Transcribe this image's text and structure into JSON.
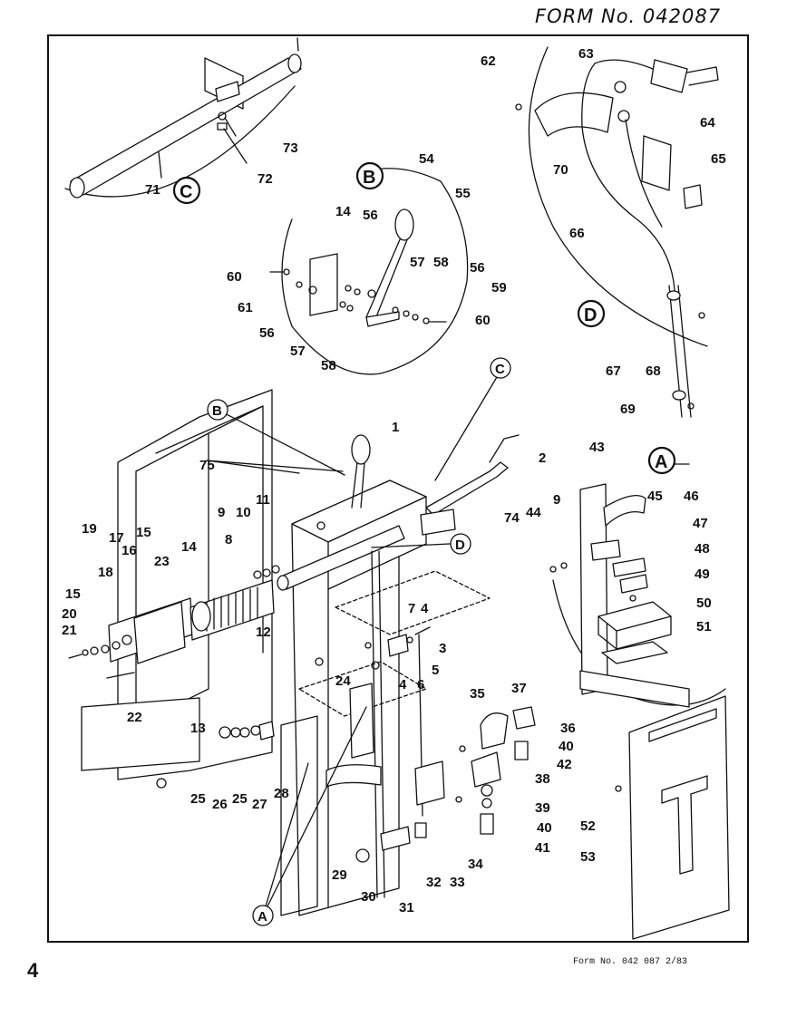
{
  "header": {
    "form_handwritten": "FORM No. 042087"
  },
  "footer": {
    "page_number": "4",
    "form_line": "Form No. 042 087   2/83"
  },
  "detail_labels": [
    "A",
    "B",
    "C",
    "D"
  ],
  "callouts": {
    "c1": "1",
    "c2": "2",
    "c3": "3",
    "c4a": "4",
    "c4b": "4",
    "c5": "5",
    "c6": "6",
    "c7": "7",
    "c8": "8",
    "c9a": "9",
    "c9b": "9",
    "c10": "10",
    "c11": "11",
    "c12": "12",
    "c13": "13",
    "c14a": "14",
    "c14b": "14",
    "c15a": "15",
    "c15b": "15",
    "c16": "16",
    "c17": "17",
    "c18": "18",
    "c19": "19",
    "c20": "20",
    "c21": "21",
    "c22": "22",
    "c23": "23",
    "c24": "24",
    "c25a": "25",
    "c25b": "25",
    "c26": "26",
    "c27": "27",
    "c28": "28",
    "c29": "29",
    "c30": "30",
    "c31": "31",
    "c32": "32",
    "c33": "33",
    "c34": "34",
    "c35": "35",
    "c36": "36",
    "c37": "37",
    "c38": "38",
    "c39": "39",
    "c40a": "40",
    "c40b": "40",
    "c41": "41",
    "c42": "42",
    "c43": "43",
    "c44": "44",
    "c45": "45",
    "c46": "46",
    "c47": "47",
    "c48": "48",
    "c49": "49",
    "c50": "50",
    "c51": "51",
    "c52": "52",
    "c53": "53",
    "c54": "54",
    "c55": "55",
    "c56a": "56",
    "c56b": "56",
    "c56c": "56",
    "c57a": "57",
    "c57b": "57",
    "c58a": "58",
    "c58b": "58",
    "c59": "59",
    "c60a": "60",
    "c60b": "60",
    "c61": "61",
    "c62": "62",
    "c63": "63",
    "c64": "64",
    "c65": "65",
    "c66": "66",
    "c67": "67",
    "c68": "68",
    "c69": "69",
    "c70": "70",
    "c71": "71",
    "c72": "72",
    "c73": "73",
    "c74": "74",
    "c75": "75"
  }
}
